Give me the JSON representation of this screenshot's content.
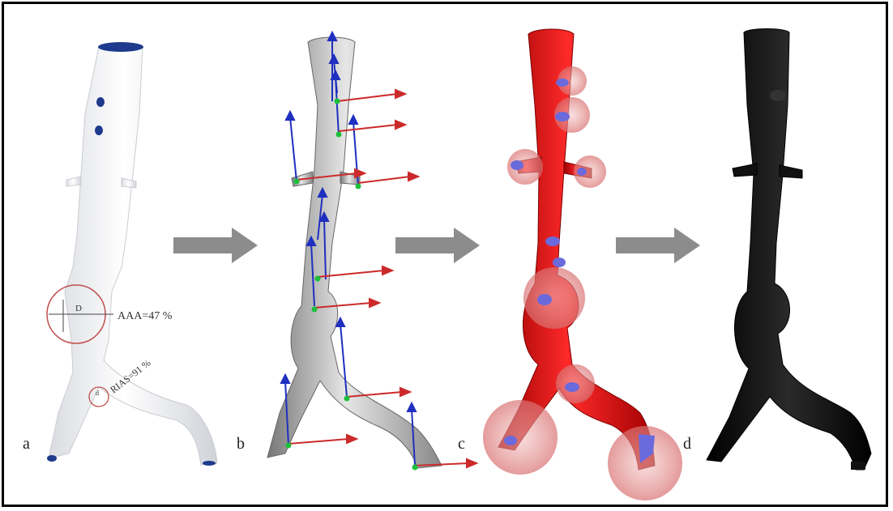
{
  "figure": {
    "panels": [
      {
        "label": "a"
      },
      {
        "label": "b"
      },
      {
        "label": "c"
      },
      {
        "label": "d"
      }
    ],
    "annotations": {
      "aaa": "AAA=47 %",
      "rras": "RIAS=91 %",
      "d_mark": "D",
      "d_small": "d"
    }
  },
  "colors": {
    "panel_a_surface": "#f2f3f5",
    "panel_b_surface": "#b8b8b8",
    "panel_c_surface": "#d41212",
    "panel_d_surface": "#111111",
    "axis_blue": "#1f2fbf",
    "axis_red": "#cc2a2a",
    "axis_green": "#1cbf3c",
    "sphere": "#e8a0a0",
    "arrow": "#8c8c8c"
  }
}
